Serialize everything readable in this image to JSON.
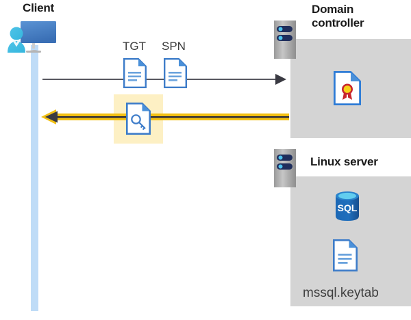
{
  "diagram": {
    "type": "sequence-diagram",
    "title_client": "Client",
    "title_domain_controller": "Domain controller",
    "title_linux_server": "Linux server",
    "actors": [
      {
        "name": "client",
        "label": "Client",
        "icon": "user-monitor-icon"
      },
      {
        "name": "domain-controller",
        "label": "Domain controller",
        "icon": "server-rack-icon"
      },
      {
        "name": "linux-server",
        "label": "Linux server",
        "icon": "server-rack-icon"
      }
    ],
    "messages": [
      {
        "name": "request",
        "direction": "client-to-domain-controller",
        "style": "thin-gray-arrow",
        "color": "#58585f",
        "payload_labels": [
          "TGT",
          "SPN"
        ]
      },
      {
        "name": "response",
        "direction": "domain-controller-to-client",
        "style": "thick-yellow-arrow",
        "color": "#f2c014",
        "payload_labels": [
          "key-document"
        ],
        "highlighted": true,
        "highlight_color": "#fdf0c4"
      }
    ],
    "labels": {
      "tgt": "TGT",
      "spn": "SPN",
      "keytab_file": "mssql.keytab"
    },
    "domain_controller_contents": [
      {
        "name": "certificate",
        "icon": "certificate-document-icon"
      }
    ],
    "linux_server_contents": [
      {
        "name": "sql-database",
        "icon": "sql-database-icon",
        "label": "SQL"
      },
      {
        "name": "keytab-file",
        "icon": "document-icon",
        "label": "mssql.keytab"
      }
    ],
    "colors": {
      "panel_gray": "#d4d4d4",
      "lifeline_blue": "#bfdcf7",
      "doc_blue": "#3d85c8",
      "doc_fold_blue": "#4a90d9",
      "accent_yellow": "#f2c014",
      "highlight_yellow": "#fdf0c4",
      "arrow_gray": "#58585f",
      "title_black": "#1a1a1a",
      "sql_blue": "#1f69b3",
      "cert_red": "#c8252c",
      "cert_gold": "#f7d117"
    }
  }
}
